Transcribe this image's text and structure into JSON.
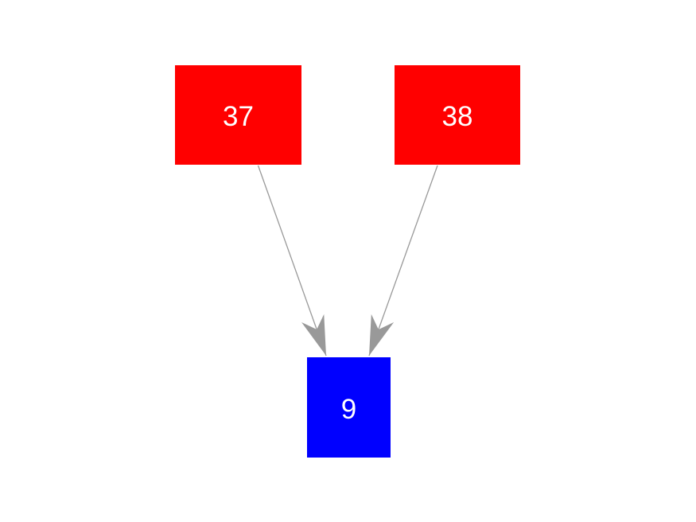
{
  "diagram": {
    "type": "directed-graph",
    "nodes": [
      {
        "id": "37",
        "label": "37",
        "fill_color": "#ff0000",
        "text_color": "#ffffff",
        "shape": "rectangle"
      },
      {
        "id": "38",
        "label": "38",
        "fill_color": "#ff0000",
        "text_color": "#ffffff",
        "shape": "rectangle"
      },
      {
        "id": "9",
        "label": "9",
        "fill_color": "#0000ff",
        "text_color": "#ffffff",
        "shape": "rectangle"
      }
    ],
    "edges": [
      {
        "from": "37",
        "to": "9",
        "style": "arrow"
      },
      {
        "from": "38",
        "to": "9",
        "style": "arrow"
      }
    ],
    "colors": {
      "edge": "#999999",
      "background": "#ffffff",
      "node_red": "#ff0000",
      "node_blue": "#0000ff",
      "label_text": "#ffffff"
    }
  }
}
